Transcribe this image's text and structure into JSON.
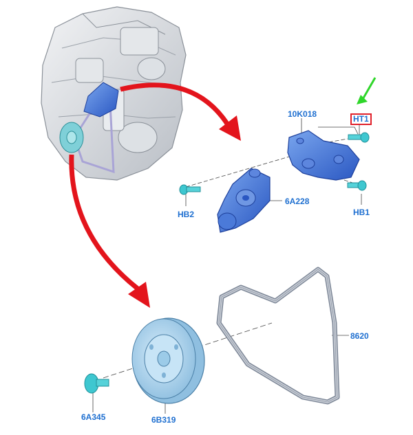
{
  "labels": {
    "tensioner_bracket": "10K018",
    "highlighted_bolt": "HT1",
    "bolt_left": "HB2",
    "bolt_right": "HB1",
    "tensioner": "6A228",
    "belt": "8620",
    "pulley_bolt": "6A345",
    "crank_pulley": "6B319"
  },
  "colors": {
    "label_text": "#1e6fd0",
    "highlight_box": "#e0202a",
    "arrow_red": "#e3141c",
    "pointer_green": "#2fd62a",
    "part_blue": "#3a73d8",
    "part_teal": "#3ec7d0",
    "part_lightblue": "#a8d6f0",
    "engine_gray": "#cfd3d8"
  },
  "icons": [
    "engine-illustration",
    "red-arrow-icon",
    "green-pointer-arrow-icon"
  ]
}
